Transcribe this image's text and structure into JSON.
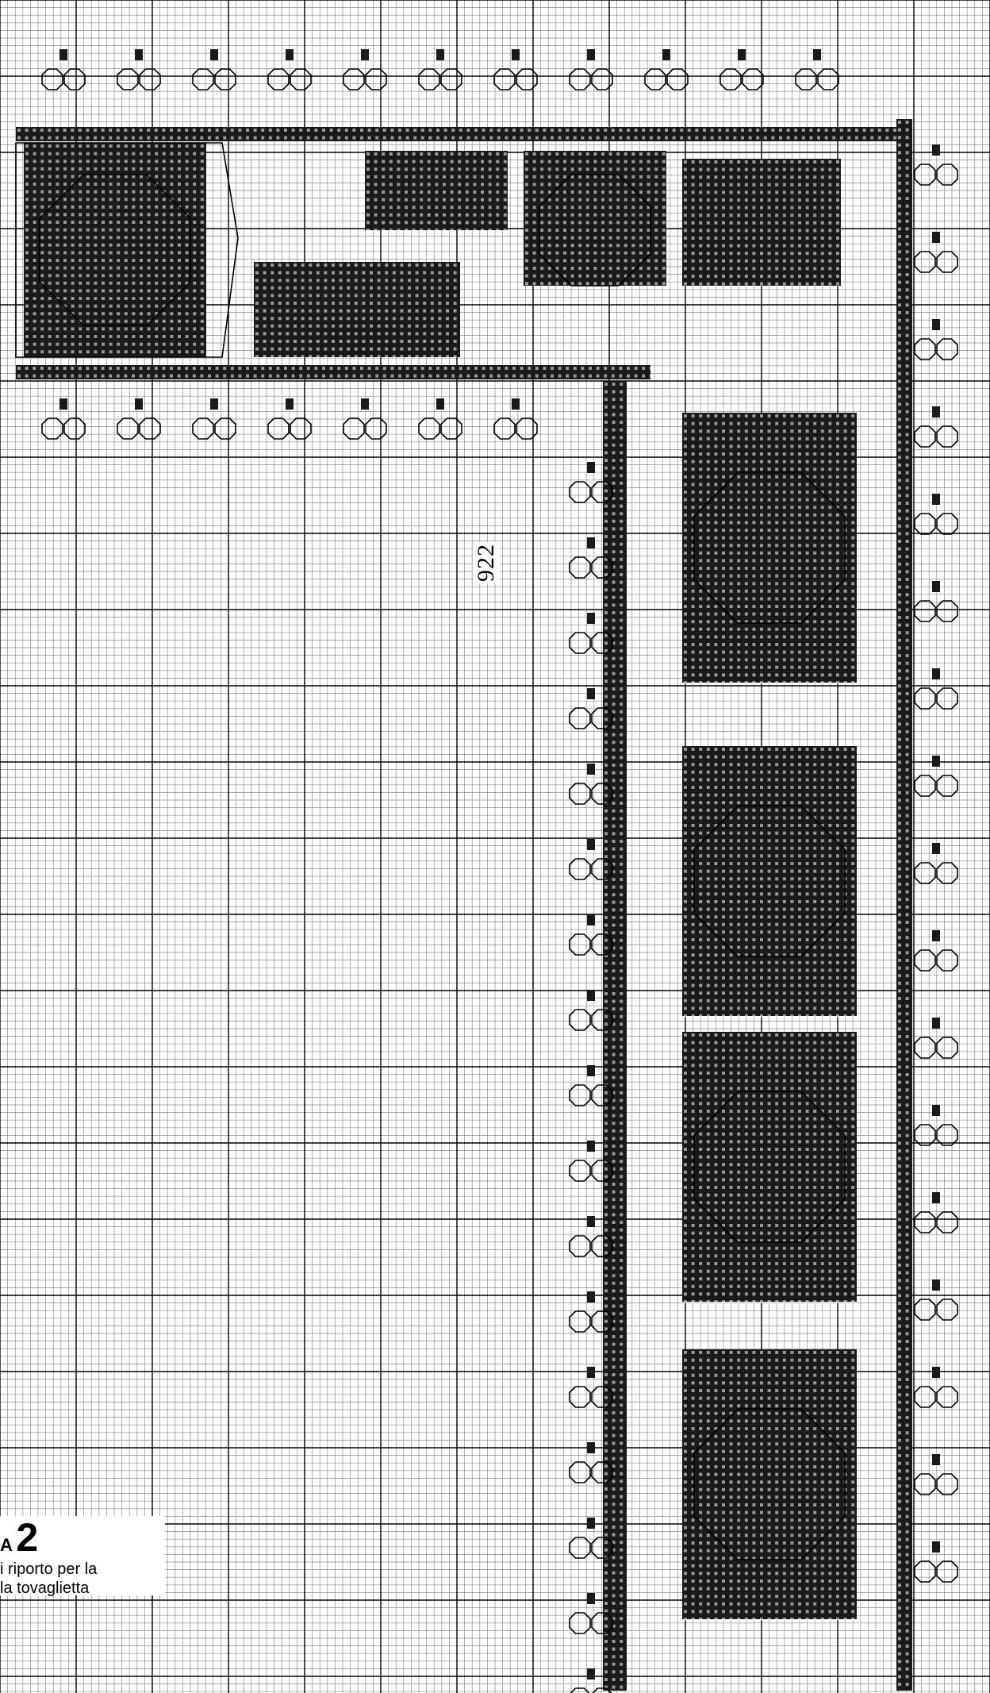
{
  "scheme": {
    "number": "2",
    "title_prefix": "A",
    "description_line1": "i riporto per la",
    "description_line2": "la tovaglietta"
  },
  "pattern": {
    "rotated_code": "922",
    "style": "cross-stitch chart (partial view)"
  },
  "colors": {
    "background": "#ffffff",
    "grid_minor": "#8c8c8c",
    "grid_major": "#000000",
    "fill": "#1a1a1a",
    "outline": "#000000"
  }
}
